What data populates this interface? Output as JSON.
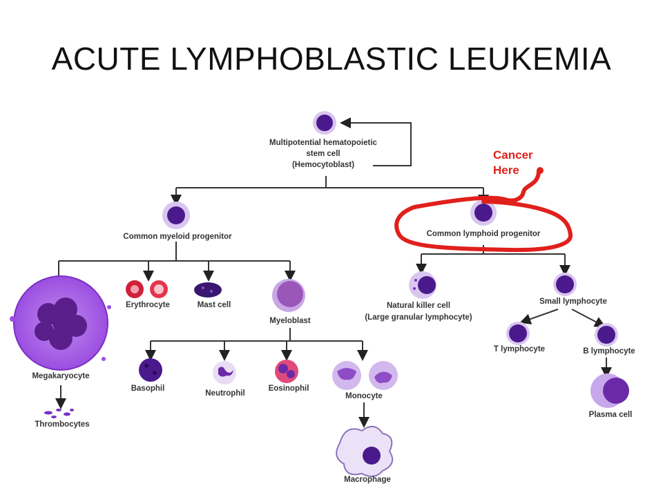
{
  "title": "ACUTE LYMPHOBLASTIC LEUKEMIA",
  "annotation": {
    "line1": "Cancer",
    "line2": "Here",
    "color": "#e0201c"
  },
  "labels": {
    "stem1": "Multipotential hematopoietic",
    "stem2": "stem cell",
    "stem3": "(Hemocytoblast)",
    "myeloid": "Common myeloid progenitor",
    "lymphoid": "Common lymphoid progenitor",
    "megakaryocyte": "Megakaryocyte",
    "thrombocytes": "Thrombocytes",
    "erythrocyte": "Erythrocyte",
    "mast": "Mast cell",
    "myeloblast": "Myeloblast",
    "basophil": "Basophil",
    "neutrophil": "Neutrophil",
    "eosinophil": "Eosinophil",
    "monocyte": "Monocyte",
    "macrophage": "Macrophage",
    "nk1": "Natural killer cell",
    "nk2": "(Large granular lymphocyte)",
    "small": "Small lymphocyte",
    "t": "T lymphocyte",
    "b": "B lymphocyte",
    "plasma": "Plasma cell"
  },
  "colors": {
    "nucleus": "#4a1a8c",
    "cytoplasm": "#d9c6ef",
    "line": "#333333",
    "megakaryocyte": "#9b4ee0",
    "erythrocyte": "#d0213a"
  }
}
